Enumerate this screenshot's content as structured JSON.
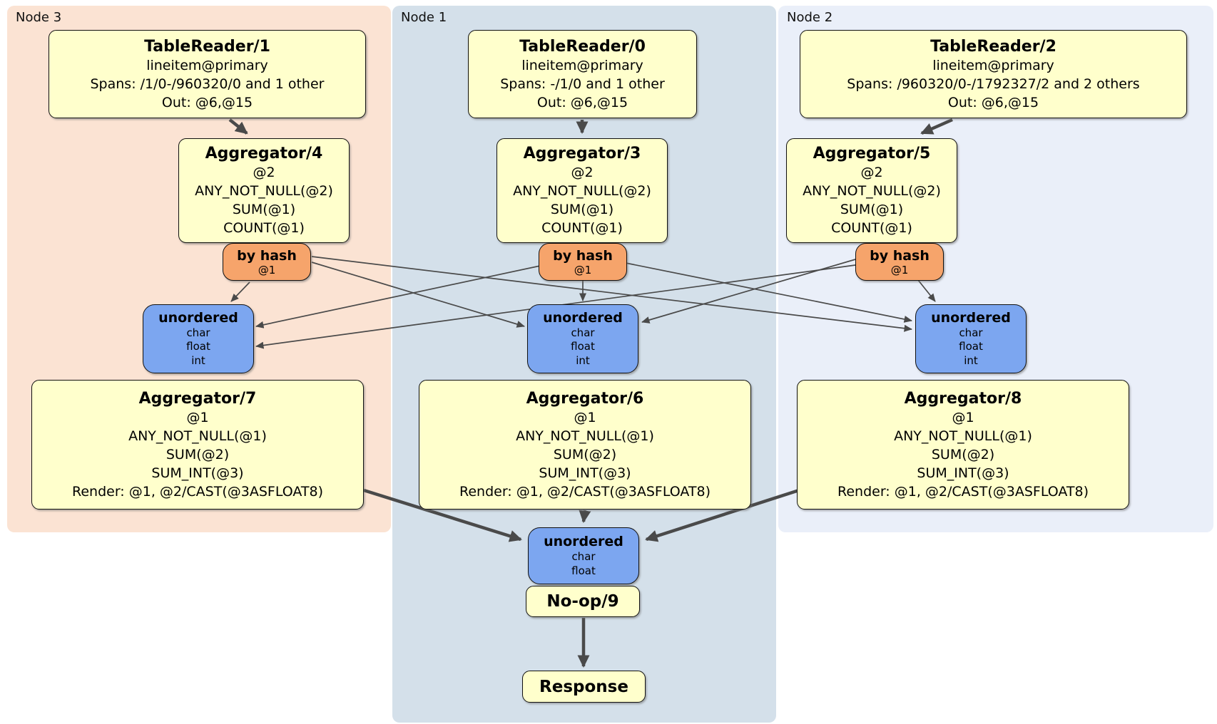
{
  "panels": {
    "node3": {
      "label": "Node 3"
    },
    "node1": {
      "label": "Node 1"
    },
    "node2": {
      "label": "Node 2"
    }
  },
  "boxes": {
    "tr1": {
      "title": "TableReader/1",
      "lines": [
        "lineitem@primary",
        "Spans: /1/0-/960320/0 and 1 other",
        "Out: @6,@15"
      ]
    },
    "tr0": {
      "title": "TableReader/0",
      "lines": [
        "lineitem@primary",
        "Spans: -/1/0 and 1 other",
        "Out: @6,@15"
      ]
    },
    "tr2": {
      "title": "TableReader/2",
      "lines": [
        "lineitem@primary",
        "Spans: /960320/0-/1792327/2 and 2 others",
        "Out: @6,@15"
      ]
    },
    "agg4": {
      "title": "Aggregator/4",
      "lines": [
        "@2",
        "ANY_NOT_NULL(@2)",
        "SUM(@1)",
        "COUNT(@1)"
      ]
    },
    "agg3": {
      "title": "Aggregator/3",
      "lines": [
        "@2",
        "ANY_NOT_NULL(@2)",
        "SUM(@1)",
        "COUNT(@1)"
      ]
    },
    "agg5": {
      "title": "Aggregator/5",
      "lines": [
        "@2",
        "ANY_NOT_NULL(@2)",
        "SUM(@1)",
        "COUNT(@1)"
      ]
    },
    "agg7": {
      "title": "Aggregator/7",
      "lines": [
        "@1",
        "ANY_NOT_NULL(@1)",
        "SUM(@2)",
        "SUM_INT(@3)",
        "Render: @1, @2/CAST(@3ASFLOAT8)"
      ]
    },
    "agg6": {
      "title": "Aggregator/6",
      "lines": [
        "@1",
        "ANY_NOT_NULL(@1)",
        "SUM(@2)",
        "SUM_INT(@3)",
        "Render: @1, @2/CAST(@3ASFLOAT8)"
      ]
    },
    "agg8": {
      "title": "Aggregator/8",
      "lines": [
        "@1",
        "ANY_NOT_NULL(@1)",
        "SUM(@2)",
        "SUM_INT(@3)",
        "Render: @1, @2/CAST(@3ASFLOAT8)"
      ]
    },
    "noop": {
      "title": "No-op/9"
    },
    "response": {
      "title": "Response"
    }
  },
  "routers": {
    "byhash3": {
      "title": "by hash",
      "sub": "@1"
    },
    "byhash1": {
      "title": "by hash",
      "sub": "@1"
    },
    "byhash2": {
      "title": "by hash",
      "sub": "@1"
    }
  },
  "syncs": {
    "unordered3": {
      "title": "unordered",
      "items": [
        "char",
        "float",
        "int"
      ]
    },
    "unordered1": {
      "title": "unordered",
      "items": [
        "char",
        "float",
        "int"
      ]
    },
    "unordered2": {
      "title": "unordered",
      "items": [
        "char",
        "float",
        "int"
      ]
    },
    "unorderedFinal": {
      "title": "unordered",
      "items": [
        "char",
        "float"
      ]
    }
  },
  "colors": {
    "node3_panel": "#fbe3d3",
    "node1_panel": "#d4e0ea",
    "node2_panel": "#eaeff9",
    "processor_box": "#ffffcc",
    "router_box": "#f6a46b",
    "sync_box": "#7ca6f0",
    "edge": "#4a4a4a",
    "border": "#111111"
  }
}
